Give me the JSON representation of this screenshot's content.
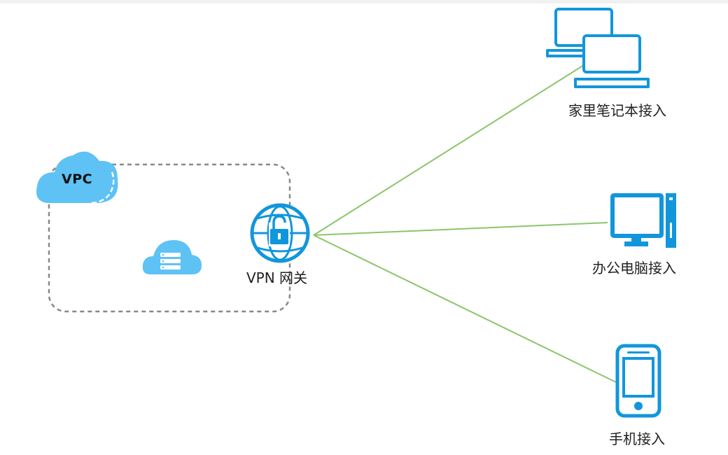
{
  "vpc": {
    "label": "VPC"
  },
  "gateway": {
    "label": "VPN 网关",
    "icon": "globe-lock-icon"
  },
  "clients": [
    {
      "label": "家里笔记本接入",
      "icon": "laptop-icon"
    },
    {
      "label": "办公电脑接入",
      "icon": "desktop-icon"
    },
    {
      "label": "手机接入",
      "icon": "mobile-phone-icon"
    }
  ],
  "colors": {
    "icon_blue": "#1296db",
    "cloud_blue": "#5ec2f5",
    "connection_green": "#8cc56a",
    "dash_gray": "#888888"
  }
}
